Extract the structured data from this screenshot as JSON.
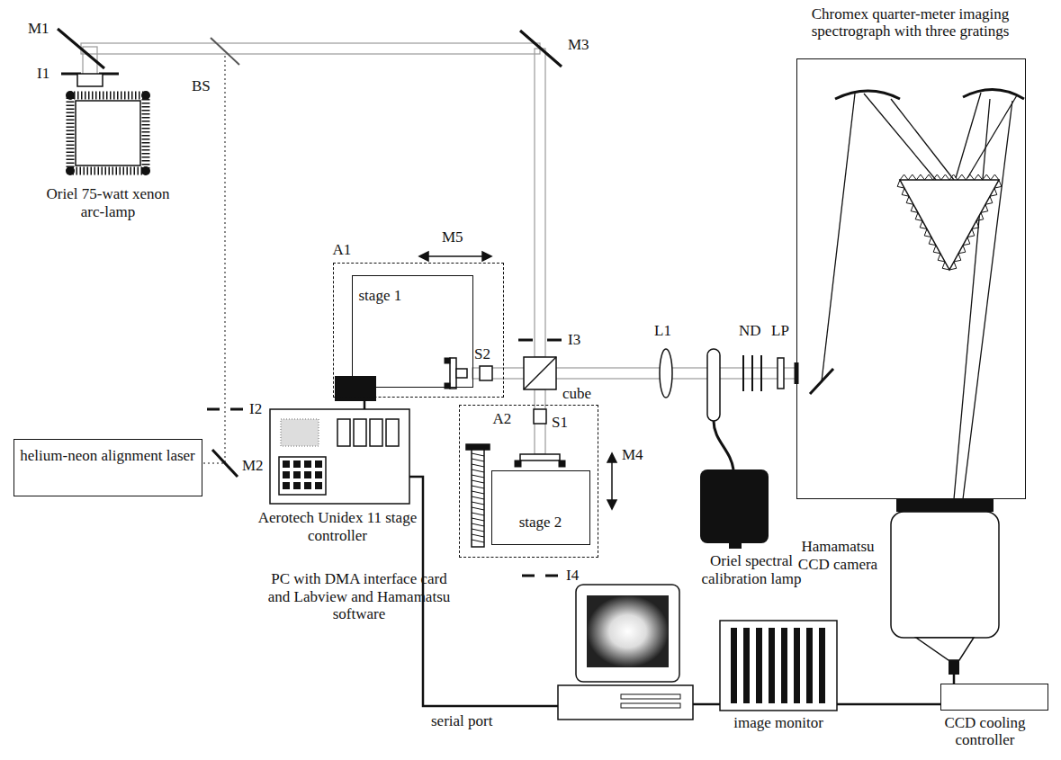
{
  "diagram": {
    "nodes": [
      {
        "text": [
          "Oriel 75-watt xenon arc-lamp"
        ]
      },
      {
        "text": [
          "Chromex quarter-meter imaging spectrograph with three gratings"
        ]
      },
      {
        "text": [
          "A1"
        ]
      },
      {
        "text": [
          "stage 1"
        ],
        "in": 2
      },
      {
        "text": [
          "A2"
        ]
      },
      {
        "text": [
          "stage 2"
        ],
        "in": 4
      },
      {
        "text": [
          "helium-neon alignment laser"
        ]
      },
      {
        "text": [
          "Oriel spectral calibration lamp"
        ]
      },
      {
        "text": [
          "Hamamatsu CCD camera"
        ]
      },
      {
        "text": [
          "Aerotech Unidex 11 stage controller"
        ]
      },
      {
        "text": [
          "PC with DMA interface card and Labview and Hamamatsu software"
        ]
      },
      {
        "text": [
          "CCD cooling controller"
        ]
      },
      {
        "text": [
          "image monitor"
        ]
      }
    ],
    "edges": [
      {
        "from": 3,
        "to": 9,
        "arrow": "none"
      },
      {
        "from": 9,
        "to": 10,
        "label": "serial port",
        "arrow": "none"
      },
      {
        "from": 8,
        "to": 11,
        "arrow": "none"
      },
      {
        "from": 10,
        "to": 12,
        "arrow": "none"
      },
      {
        "from": 12,
        "to": 11,
        "arrow": "none"
      }
    ],
    "labels": [
      "M1",
      "I1",
      "BS",
      "M3",
      "I3",
      "M5",
      "cube",
      "S2",
      "S1",
      "M4",
      "I4",
      "I2",
      "M2",
      "L1",
      "ND",
      "LP"
    ]
  }
}
